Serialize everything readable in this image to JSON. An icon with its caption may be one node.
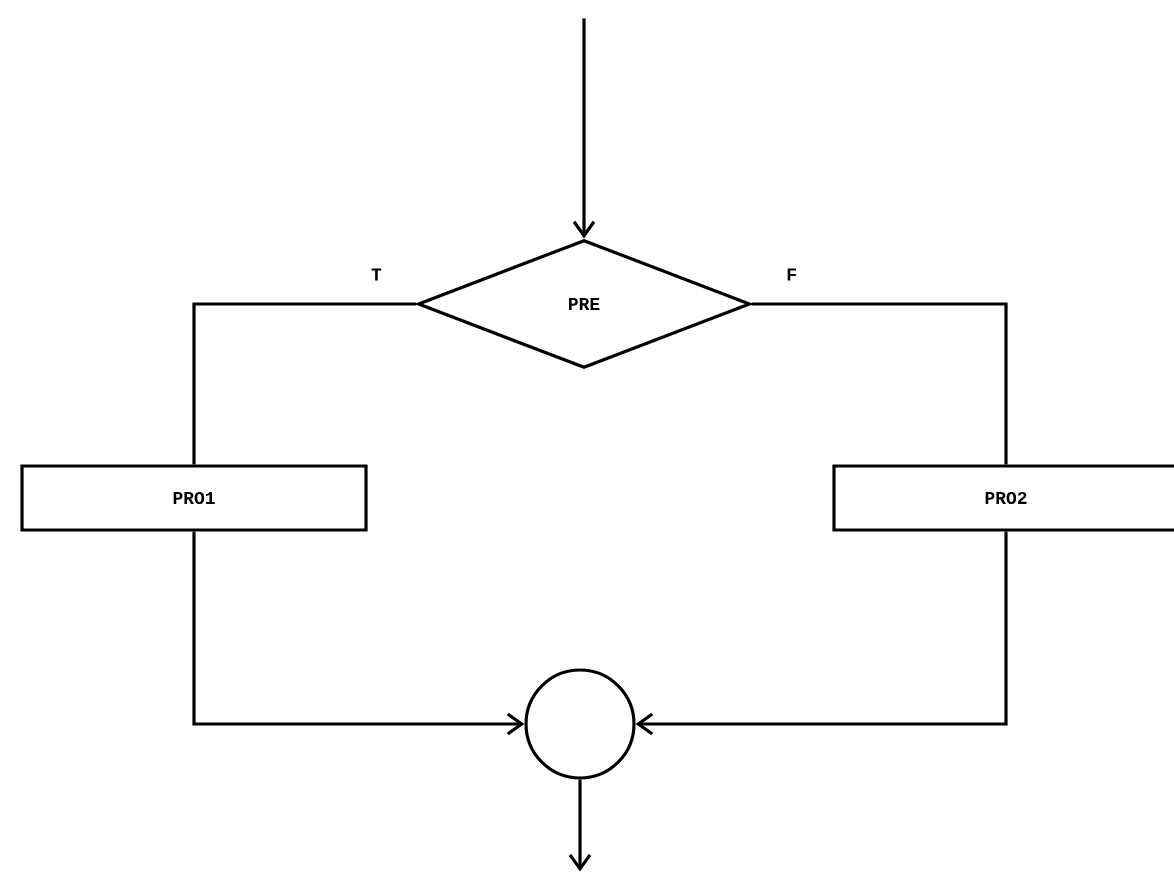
{
  "diagram": {
    "nodes": [
      {
        "text": [
          "PRE"
        ]
      },
      {
        "text": [
          "PRO1"
        ]
      },
      {
        "text": [
          "PRO2"
        ]
      },
      {
        "text": [],
        "shape": "circle"
      }
    ],
    "edges": [
      {
        "from": null,
        "to": 0,
        "arrow": "to"
      },
      {
        "from": 0,
        "to": 1,
        "arrow": "none",
        "label": "T"
      },
      {
        "from": 0,
        "to": 2,
        "arrow": "none",
        "label": "F"
      },
      {
        "from": 1,
        "to": 3,
        "arrow": "to"
      },
      {
        "from": 2,
        "to": 3,
        "arrow": "to"
      },
      {
        "from": 3,
        "to": null,
        "arrow": "to"
      }
    ]
  }
}
